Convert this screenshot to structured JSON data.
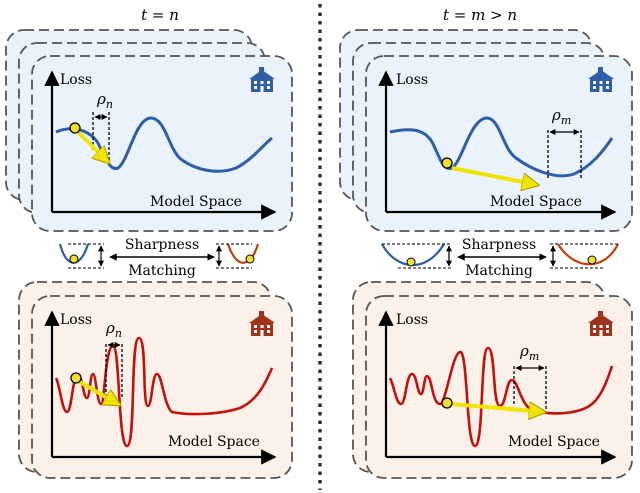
{
  "left": {
    "header": "t = n",
    "blue_panel": {
      "ylabel": "Loss",
      "xlabel": "Model Space",
      "rho": "ρ",
      "rho_sub": "n"
    },
    "red_panel": {
      "ylabel": "Loss",
      "xlabel": "Model Space",
      "rho": "ρ",
      "rho_sub": "n"
    },
    "middle": {
      "top": "Sharpness",
      "bottom": "Matching"
    }
  },
  "right": {
    "header": "t = m > n",
    "blue_panel": {
      "ylabel": "Loss",
      "xlabel": "Model Space",
      "rho": "ρ",
      "rho_sub": "m"
    },
    "red_panel": {
      "ylabel": "Loss",
      "xlabel": "Model Space",
      "rho": "ρ",
      "rho_sub": "m"
    },
    "middle": {
      "top": "Sharpness",
      "bottom": "Matching"
    }
  },
  "colors": {
    "blue_curve": "#2f5da8",
    "red_curve": "#c1120f",
    "blue_bg": "#eaf3fb",
    "red_bg": "#fbf1e8",
    "arrow": "#f2e400",
    "ball": "#f1de2f",
    "panel_border": "#555555"
  },
  "icons": [
    "school-building-icon-blue",
    "school-building-icon-red"
  ]
}
